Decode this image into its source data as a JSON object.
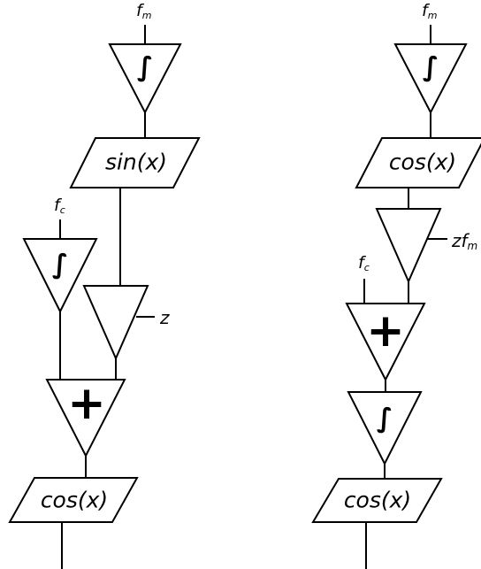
{
  "left_chain": {
    "input_fm": {
      "main": "f",
      "sub": "m"
    },
    "integrator_top": "∫",
    "sin_box": "sin(x)",
    "input_fc": {
      "main": "f",
      "sub": "c"
    },
    "integrator_fc": "∫",
    "gain": "z",
    "adder": "+",
    "cos_box": "cos(x)"
  },
  "right_chain": {
    "input_fm": {
      "main": "f",
      "sub": "m"
    },
    "integrator_top": "∫",
    "cos_box_top": "cos(x)",
    "gain": "zf",
    "gain_sub": "m",
    "input_fc": {
      "main": "f",
      "sub": "c"
    },
    "adder": "+",
    "integrator_bottom": "∫",
    "cos_box_bottom": "cos(x)"
  }
}
